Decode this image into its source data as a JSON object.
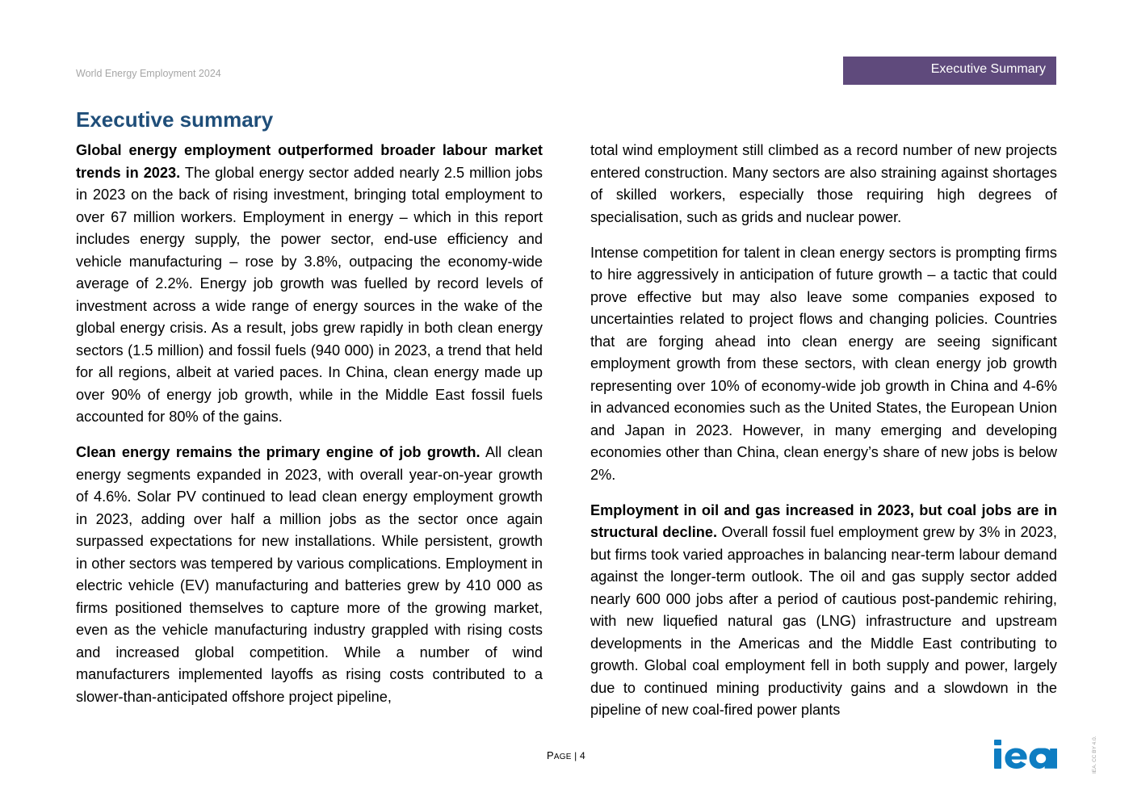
{
  "header": {
    "report_title": "World Energy Employment 2024",
    "section_tab": "Executive Summary"
  },
  "title": "Executive summary",
  "left_column": [
    {
      "lead": "Global energy employment outperformed broader labour market trends in 2023.",
      "body": " The global energy sector added nearly 2.5 million jobs in 2023 on the back of rising investment, bringing total employment to over 67 million workers. Employment in energy – which in this report includes energy supply, the power sector, end-use efficiency and vehicle manufacturing – rose by 3.8%, outpacing the economy-wide average of 2.2%. Energy job growth was fuelled by record levels of investment across a wide range of energy sources in the wake of the global energy crisis. As a result, jobs grew rapidly in both clean energy sectors (1.5 million) and fossil fuels (940 000) in 2023, a trend that held for all regions, albeit at varied paces. In China, clean energy made up over 90% of energy job growth, while in the Middle East fossil fuels accounted for 80% of the gains."
    },
    {
      "lead": "Clean energy remains the primary engine of job growth.",
      "body": " All clean energy segments expanded in 2023, with overall year-on-year growth of 4.6%. Solar PV continued to lead clean energy employment growth in 2023, adding over half a million jobs as the sector once again surpassed expectations for new installations. While persistent, growth in other sectors was tempered by various complications. Employment in electric vehicle (EV) manufacturing and batteries grew by 410 000 as firms positioned themselves to capture more of the growing market, even as the vehicle manufacturing industry grappled with rising costs and increased global competition. While a number of wind manufacturers implemented layoffs as rising costs contributed to a slower-than-anticipated offshore project pipeline,"
    }
  ],
  "right_column": [
    {
      "lead": "",
      "body": "total wind employment still climbed as a record number of new projects entered construction. Many sectors are also straining against shortages of skilled workers, especially those requiring high degrees of specialisation, such as grids and nuclear power."
    },
    {
      "lead": "",
      "body": "Intense competition for talent in clean energy sectors is prompting firms to hire aggressively in anticipation of future growth – a tactic that could prove effective but may also leave some companies exposed to uncertainties related to project flows and changing policies. Countries that are forging ahead into clean energy are seeing significant employment growth from these sectors, with clean energy job growth representing over 10% of economy-wide job growth in China and 4-6% in advanced economies such as the United States, the European Union and Japan in 2023. However, in many emerging and developing economies other than China, clean energy’s share of new jobs is below 2%."
    },
    {
      "lead": "Employment in oil and gas increased in 2023, but coal jobs are in structural decline.",
      "body": " Overall fossil fuel employment grew by 3% in 2023, but firms took varied approaches in balancing near-term labour demand against the longer-term outlook. The oil and gas supply sector added nearly 600 000 jobs after a period of cautious post-pandemic rehiring, with new liquefied natural gas (LNG) infrastructure and upstream developments in the Americas and the Middle East contributing to growth. Global coal employment fell in both supply and power, largely due to continued mining productivity gains and a slowdown in the pipeline of new coal-fired power plants"
    }
  ],
  "footer": {
    "page_label_first": "P",
    "page_label_rest": "AGE",
    "page_separator": " | ",
    "page_number": "4",
    "logo_text": "iea",
    "license": "IEA. CC BY 4.0."
  },
  "colors": {
    "title": "#1f4e79",
    "tab_background": "#5f4a7c",
    "logo": "#0e7dc2",
    "running_header": "#a6a6a6"
  }
}
